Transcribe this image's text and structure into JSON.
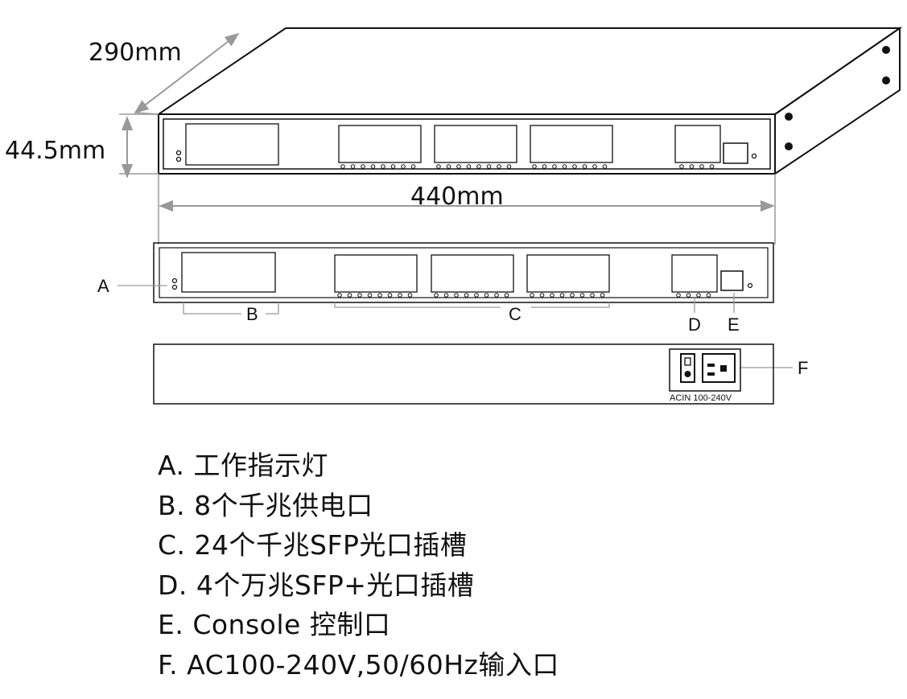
{
  "dimensions": {
    "depth": "290mm",
    "height": "44.5mm",
    "width": "440mm"
  },
  "callouts": {
    "A": "A",
    "B": "B",
    "C": "C",
    "D": "D",
    "E": "E",
    "F": "F"
  },
  "rear_panel": {
    "power_label": "ACIN 100-240V"
  },
  "legend": [
    "A. 工作指示灯",
    "B. 8个千兆供电口",
    "C. 24个千兆SFP光口插槽",
    "D. 4个万兆SFP+光口插槽",
    "E. Console 控制口",
    "F. AC100-240V,50/60Hz输入口"
  ]
}
